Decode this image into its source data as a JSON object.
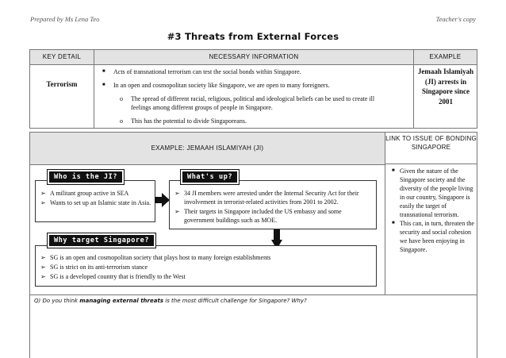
{
  "header": {
    "left": "Prepared by Ms Lena Teo",
    "right": "Teacher's copy",
    "title": "#3 Threats from External Forces"
  },
  "table1": {
    "col_key_detail": "KEY DETAIL",
    "col_info": "NECESSARY INFORMATION",
    "col_example": "EXAMPLE",
    "key_detail": "Terrorism",
    "bullets": [
      "Acts of transnational terrorism can test the social bonds within Singapore.",
      "In an open and cosmopolitan society like Singapore, we are open to many foreigners."
    ],
    "sub_bullets": [
      "The spread of different racial, religious, political and ideological beliefs can be used to create ill feelings among different groups of people in Singapore.",
      "This has the potential to divide Singaporeans."
    ],
    "example": "Jemaah Islamiyah (JI) arrests in Singapore since 2001"
  },
  "table2": {
    "heading": "EXAMPLE: JEMAAH ISLAMIYAH (JI)",
    "link_heading": "LINK TO ISSUE OF BONDING SINGAPORE",
    "who_tag": "Who is the JI?",
    "who_items": [
      "A militant group active in SEA",
      "Wants to set up an Islamic state in Asia."
    ],
    "whats_tag": "What's up?",
    "whats_items": [
      "34 JI members were arrested under the Internal Security Act for their involvement in terrorist-related activities from 2001 to 2002.",
      "Their targets in Singapore included the US embassy and some government buildings such as MOE."
    ],
    "why_tag": "Why target Singapore?",
    "why_items": [
      "SG is an open and cosmopolitan society that plays host to many foreign establishments",
      "SG is strict on its anti-terrorism stance",
      "SG is a developed country that is friendly to the West"
    ],
    "link_items": [
      "Given the nature of the Singapore society and the diversity of the people living in our country, Singapore is easily the target of transnational terrorism.",
      "This can, in turn, threaten the security and social cohesion we have been enjoying in Singapore."
    ],
    "question_prefix": "Q) Do you think ",
    "question_bold": "managing external threats",
    "question_suffix": " is the most difficult challenge for Singapore? Why?"
  },
  "icons": {
    "square_bullet": "square-bullet-icon",
    "arrow_bullet": "arrow-bullet-icon"
  }
}
